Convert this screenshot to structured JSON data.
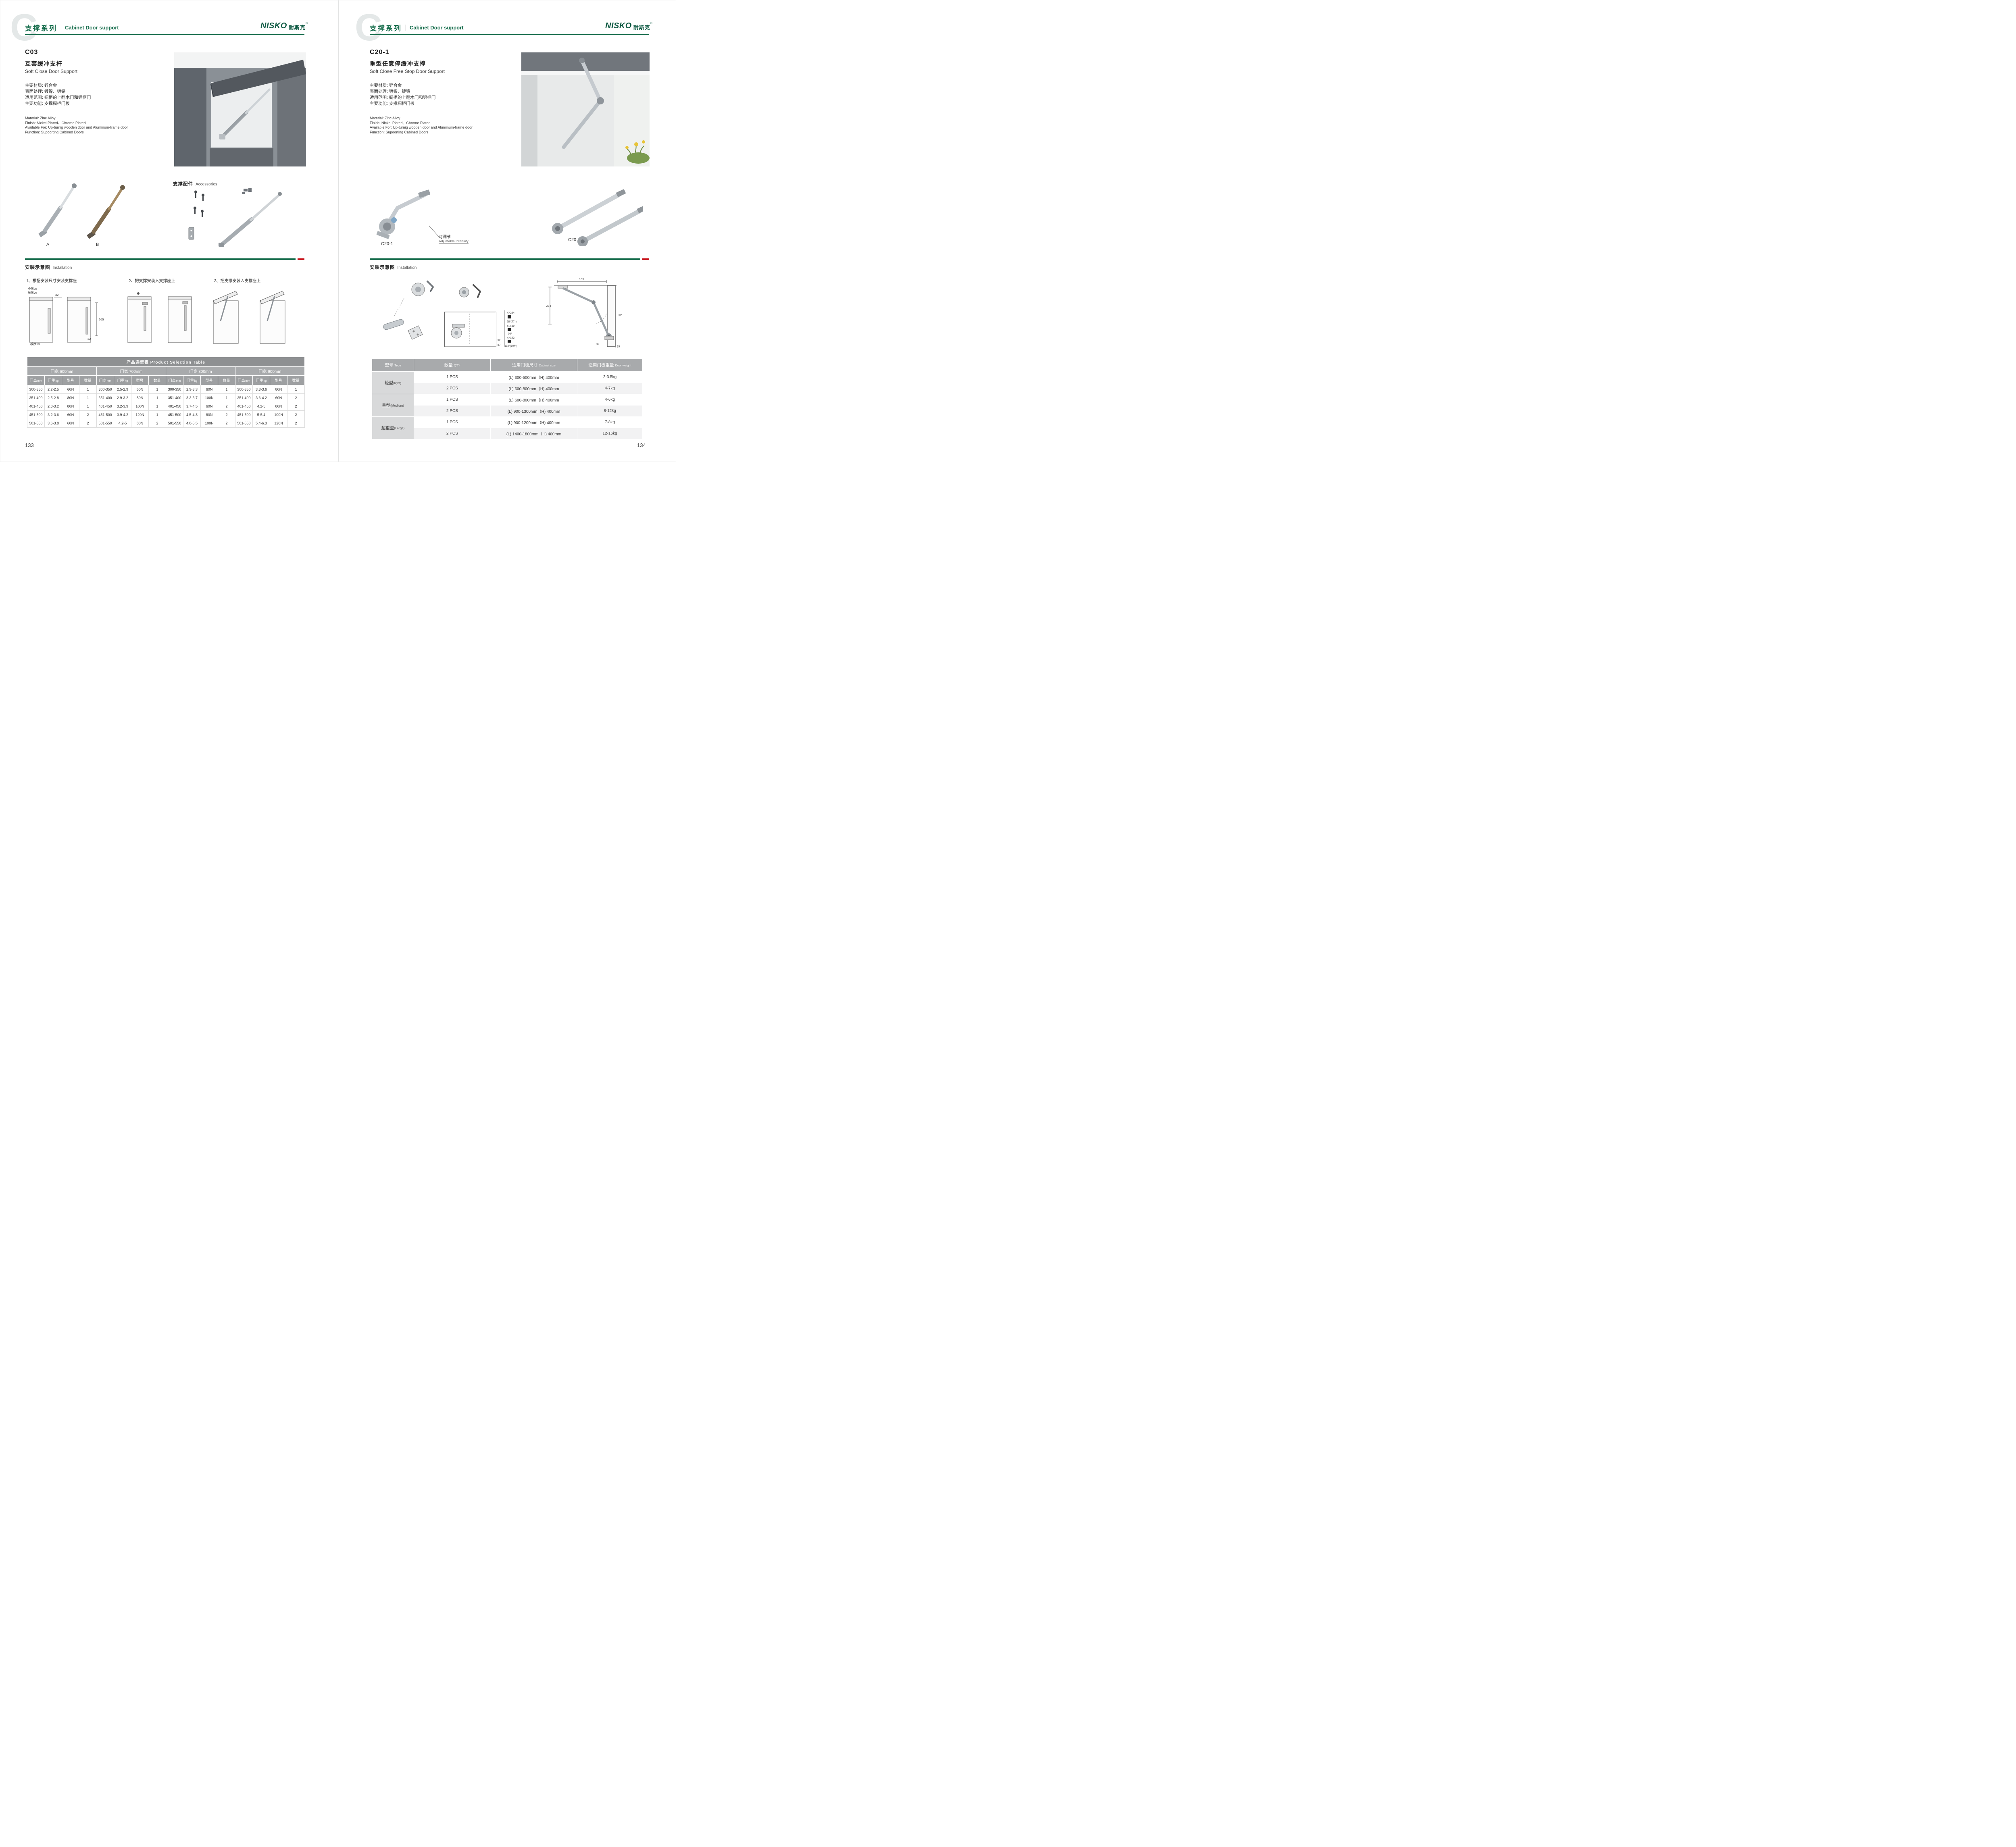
{
  "header": {
    "watermark": "C",
    "series_cn": "支撑系列",
    "series_en": "Cabinet Door support",
    "logo_en": "NISKO",
    "logo_cn": "耐斯克",
    "logo_reg": "®"
  },
  "page_left": {
    "page_number": "133",
    "code": "C03",
    "title_cn": "互套缓冲支杆",
    "title_en": "Soft Close Door Support",
    "specs_cn": [
      "主要材质: 锌合金",
      "表面处理: 镀镍、镀铬",
      "适用范围: 橱柜的上翻木门和铝框门",
      "主要功能: 支撑橱柜门板"
    ],
    "specs_en": [
      "Material: Zinc Alloy",
      "Finish: Nickel Plated、Chrome Plated",
      "Available For: Up-turnig wooden door and Aluminum-frame door",
      "Function: Supoorting Cabined Doors"
    ],
    "variant_a": "A",
    "variant_b": "B",
    "accessories_cn": "支撑配件",
    "accessories_en": "Accessories",
    "install_cn": "安装示意图",
    "install_en": "Installation",
    "steps": [
      "1、根据安装尺寸安装支撑座",
      "2、把支撑安装入支撑座上",
      "3、把支撑安装入支撑座上"
    ],
    "dims": {
      "full": "全盖35",
      "half": "半盖26",
      "d32": "32",
      "d265": "265",
      "d32b": "32",
      "thick": "板厚18"
    },
    "table": {
      "title": "产品选型表 Product Selection Table",
      "groups": [
        "门宽 600mm",
        "门宽 700mm",
        "门宽 800mm",
        "门宽 900mm"
      ],
      "cols": [
        {
          "label": "门高",
          "unit": "mm"
        },
        {
          "label": "门重",
          "unit": "kg"
        },
        {
          "label": "型号",
          "unit": ""
        },
        {
          "label": "数量",
          "unit": ""
        }
      ],
      "rows": [
        [
          "300-350",
          "2.2-2.5",
          "60N",
          "1",
          "300-350",
          "2.5-2.9",
          "60N",
          "1",
          "300-350",
          "2.9-3.3",
          "60N",
          "1",
          "300-350",
          "3.3-3.6",
          "80N",
          "1"
        ],
        [
          "351-400",
          "2.5-2.8",
          "80N",
          "1",
          "351-400",
          "2.9-3.2",
          "80N",
          "1",
          "351-400",
          "3.3-3.7",
          "100N",
          "1",
          "351-400",
          "3.6-4.2",
          "60N",
          "2"
        ],
        [
          "401-450",
          "2.8-3.2",
          "80N",
          "1",
          "401-450",
          "3.2-3.9",
          "100N",
          "1",
          "401-450",
          "3.7-4.5",
          "60N",
          "2",
          "401-450",
          "4.2-5",
          "80N",
          "2"
        ],
        [
          "451-500",
          "3.2-3.6",
          "60N",
          "2",
          "451-500",
          "3.9-4.2",
          "120N",
          "1",
          "451-500",
          "4.5-4.8",
          "80N",
          "2",
          "451-500",
          "5-5.4",
          "100N",
          "2"
        ],
        [
          "501-550",
          "3.6-3.8",
          "60N",
          "2",
          "501-550",
          "4.2-5",
          "80N",
          "2",
          "501-550",
          "4.8-5.5",
          "100N",
          "2",
          "501-550",
          "5.4-6.3",
          "120N",
          "2"
        ]
      ]
    }
  },
  "page_right": {
    "page_number": "134",
    "code": "C20-1",
    "title_cn": "重型任意停缓冲支撑",
    "title_en": "Soft Close Free Stop Door Support",
    "specs_cn": [
      "主要材质: 锌合金",
      "表面处理: 镀镍、镀铬",
      "适用范围: 橱柜的上翻木门和铝框门",
      "主要功能: 支撑橱柜门板"
    ],
    "specs_en": [
      "Material: Zinc Alloy",
      "Finish: Nickel Plated、Chrome Plated",
      "Available For: Up-turnig wooden door and Aluminum-frame door",
      "Function: Supoorting Cabined Doors"
    ],
    "label_c201": "C20-1",
    "label_c20": "C20",
    "callout_cn": "可调节",
    "callout_en": "Adjustable Intensity",
    "install_cn": "安装示意图",
    "install_en": "Installation",
    "dims": {
      "d185": "185",
      "d224": "224",
      "a90": "90°",
      "d32": "32",
      "d37": "37",
      "x1": "X=224",
      "a75": "75°(77°)",
      "x2": "X=192",
      "a90b": "90°",
      "x3": "X=192",
      "a110": "110°(104°)",
      "d37b": "37",
      "d32b": "32"
    },
    "table": {
      "headers": [
        {
          "cn": "型号",
          "en": "Type"
        },
        {
          "cn": "数量",
          "en": "QTY"
        },
        {
          "cn": "适用门板尺寸",
          "en": "Cabinet size"
        },
        {
          "cn": "适用门板重量",
          "en": "Door weight"
        }
      ],
      "groups": [
        {
          "type_cn": "轻型",
          "type_en": "(light)",
          "rows": [
            [
              "1 PCS",
              "(L) 300-500mm（H) 400mm",
              "2-3.5kg"
            ],
            [
              "2 PCS",
              "(L) 600-800mm（H) 400mm",
              "4-7kg"
            ]
          ]
        },
        {
          "type_cn": "重型",
          "type_en": "(Medium)",
          "rows": [
            [
              "1 PCS",
              "(L) 600-800mm（H) 400mm",
              "4-6kg"
            ],
            [
              "2 PCS",
              "(L) 900-1300mm（H) 400mm",
              "8-12kg"
            ]
          ]
        },
        {
          "type_cn": "超重型",
          "type_en": "(Large)",
          "rows": [
            [
              "1 PCS",
              "(L) 900-1200mm（H) 400mm",
              "7-8kg"
            ],
            [
              "2 PCS",
              "(L) 1400-1800mm（H) 400mm",
              "12-16kg"
            ]
          ]
        }
      ]
    }
  }
}
